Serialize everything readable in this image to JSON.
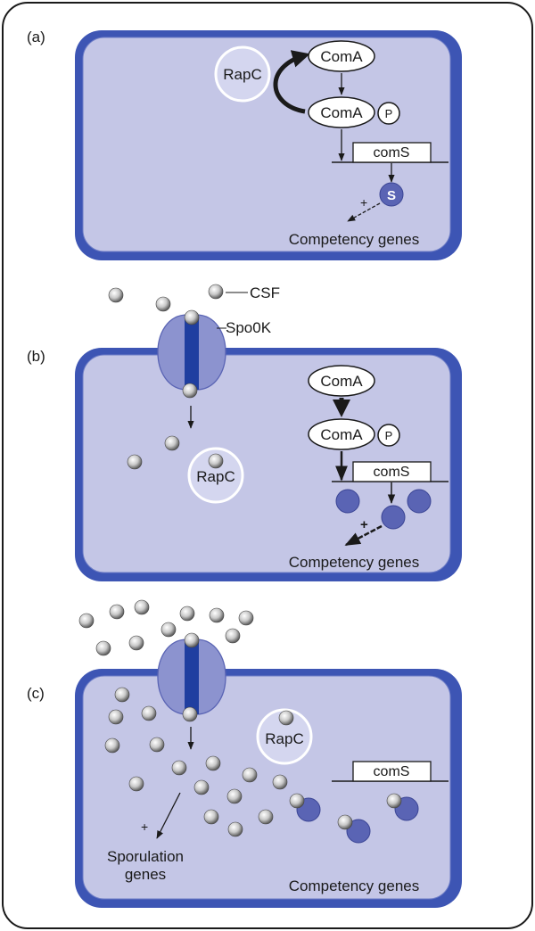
{
  "panels": [
    {
      "label": "(a)",
      "rapc": "RapC",
      "coma": "ComA",
      "coma_p": "ComA",
      "phospho": "P",
      "gene": "comS",
      "s_protein": "S",
      "plus": "+",
      "output": "Competency genes"
    },
    {
      "label": "(b)",
      "csf": "CSF",
      "receptor": "Spo0K",
      "rapc": "RapC",
      "coma": "ComA",
      "coma_p": "ComA",
      "phospho": "P",
      "gene": "comS",
      "plus": "+",
      "output": "Competency genes"
    },
    {
      "label": "(c)",
      "rapc": "RapC",
      "gene": "comS",
      "plus": "+",
      "output_left_1": "Sporulation",
      "output_left_2": "genes",
      "output_right": "Competency genes"
    }
  ],
  "colors": {
    "cell_fill": "#c4c6e6",
    "cell_border": "#3d55b4",
    "protein_blue": "#5a64b4",
    "channel_dark": "#1f3ea0",
    "channel_light": "#8c93cf"
  }
}
